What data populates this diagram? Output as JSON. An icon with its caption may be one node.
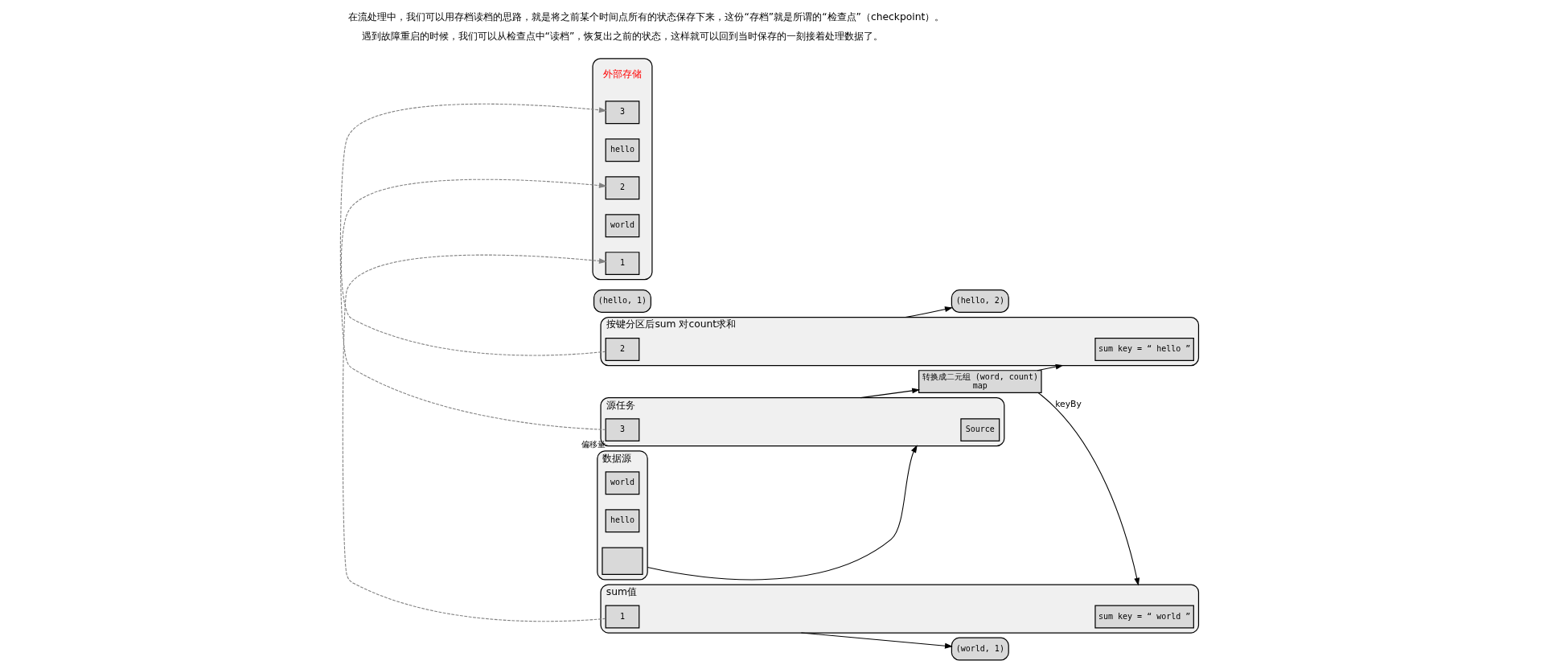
{
  "diagram": {
    "title": "在流处理中，我们可以用存档读档的思路，就是将之前某个时间点所有的状态保存下来，这份“存档”就是所谓的“检查点”（checkpoint）。",
    "caption": "遇到故障重启的时候，我们可以从检查点中“读档”，恢复出之前的状态，这样就可以回到当时保存的一刻接着处理数据了。",
    "nodes": [
      {
        "text": [
          "数据源"
        ]
      },
      {
        "text": [
          "world"
        ],
        "in": 0
      },
      {
        "text": [
          "hello"
        ],
        "in": 0
      },
      {
        "text": [],
        "shape": "box",
        "in": 0
      },
      {
        "text": [
          "源任务"
        ]
      },
      {
        "text": [
          "Source"
        ],
        "in": 4
      },
      {
        "text": [
          "3"
        ],
        "in": 4,
        "beside": [
          "偏移量"
        ]
      },
      {
        "text": [
          "转换成二元组 (word, count)",
          "map"
        ]
      },
      {
        "text": [
          "按键分区后sum 对count求和"
        ]
      },
      {
        "text": [
          "sum key = “ hello ”"
        ],
        "in": 8
      },
      {
        "text": [
          "2"
        ],
        "in": 8
      },
      {
        "text": [
          "sum值"
        ]
      },
      {
        "text": [
          "sum key = “ world ”"
        ],
        "in": 11
      },
      {
        "text": [
          "1"
        ],
        "in": 11
      },
      {
        "text": [
          "(hello, 2)"
        ]
      },
      {
        "text": [
          "(hello, 1)"
        ]
      },
      {
        "text": [
          "(world, 1)"
        ]
      },
      {
        "text": [],
        "shape": "cylinder",
        "beside": [
          "外部存储"
        ]
      },
      {
        "text": [
          "3"
        ],
        "in": 17
      },
      {
        "text": [
          "hello"
        ],
        "in": 17
      },
      {
        "text": [
          "2"
        ],
        "in": 17
      },
      {
        "text": [
          "world"
        ],
        "in": 17
      },
      {
        "text": [
          "1"
        ],
        "in": 17
      }
    ],
    "edges": [
      {
        "from": 0,
        "to": 4,
        "arrow": "to"
      },
      {
        "from": 4,
        "to": 7,
        "arrow": "to"
      },
      {
        "from": 7,
        "to": 8,
        "arrow": "to"
      },
      {
        "from": 7,
        "to": 11,
        "arrow": "to",
        "label": "keyBy"
      },
      {
        "from": 8,
        "to": 14,
        "arrow": "to"
      },
      {
        "from": 11,
        "to": 16,
        "arrow": "to"
      },
      {
        "from": 6,
        "to": 18,
        "arrow": "to",
        "style": "dashed",
        "color": "#808080"
      },
      {
        "from": 10,
        "to": 20,
        "arrow": "to",
        "style": "dashed",
        "color": "#808080"
      },
      {
        "from": 13,
        "to": 22,
        "arrow": "to",
        "style": "dashed",
        "color": "#808080"
      }
    ]
  }
}
